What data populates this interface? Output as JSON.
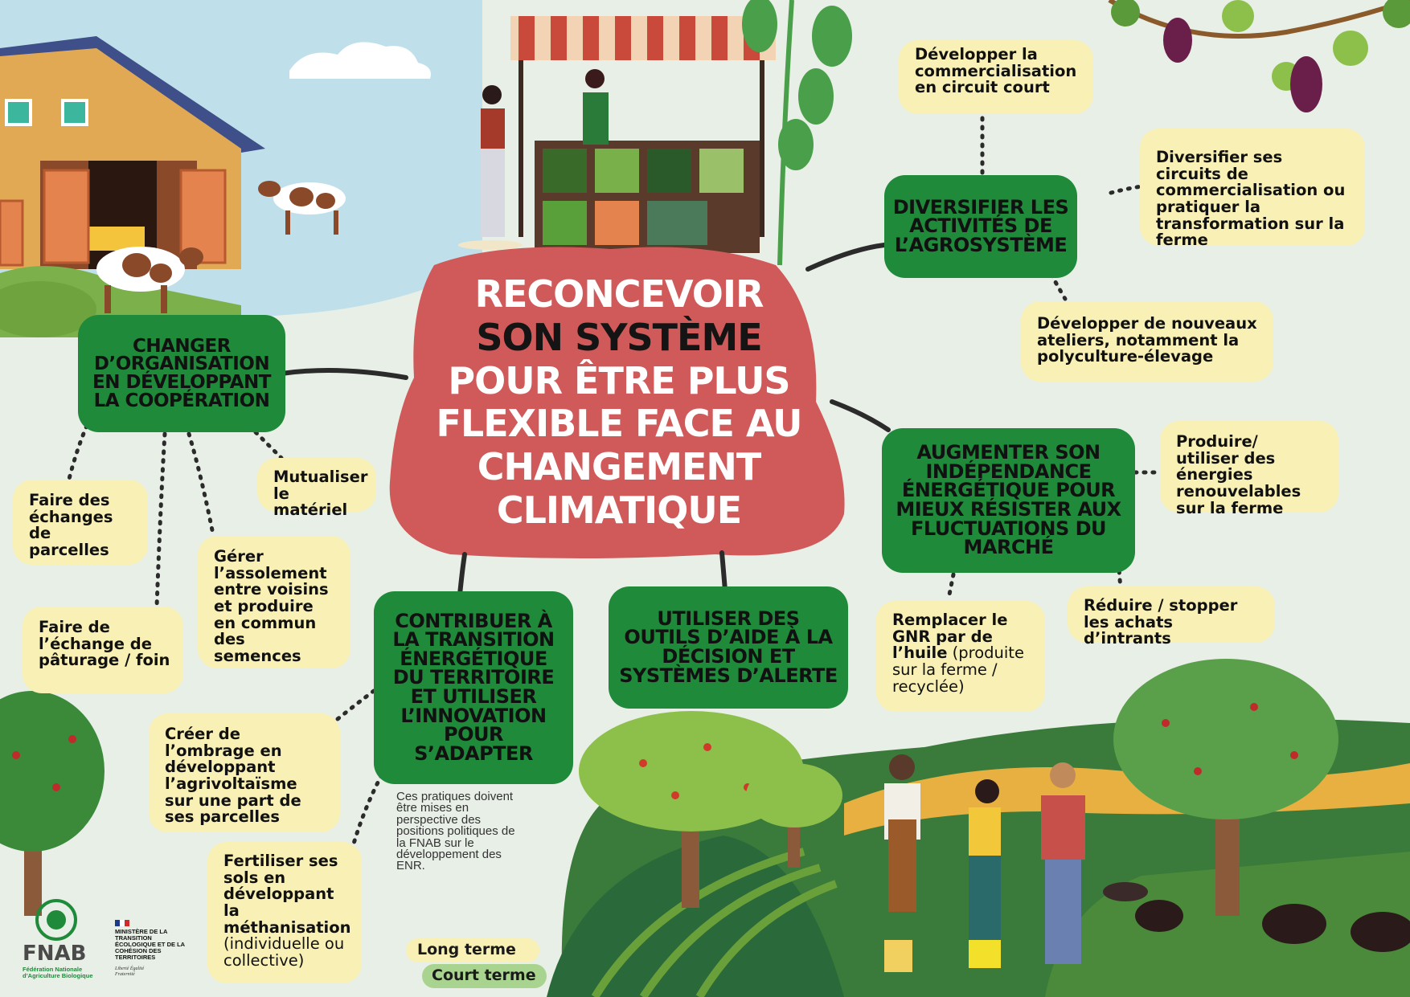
{
  "colors": {
    "background": "#e8efe6",
    "sky": "#bfe0ea",
    "central_blob": "#d05a5a",
    "green_box": "#1f8a3a",
    "yellow_box": "#f8f0b4",
    "short_term": "#a9d48f",
    "connector": "#2b2b2b"
  },
  "central": {
    "line1": "RECONCEVOIR",
    "line2": "SON SYSTÈME",
    "line3": "POUR ÊTRE PLUS",
    "line4": "FLEXIBLE FACE AU",
    "line5": "CHANGEMENT",
    "line6": "CLIMATIQUE"
  },
  "branches": {
    "cooperation": {
      "title": "CHANGER D’ORGANISATION EN DÉVELOPPANT LA COOPÉRATION",
      "items": {
        "echanges_parcelles": "Faire des échanges de parcelles",
        "echange_paturage": "Faire de l’échange de pâturage / foin",
        "assolement": "Gérer l’assolement entre voisins et produire en commun des semences",
        "mutualiser": "Mutualiser le matériel"
      }
    },
    "diversifier": {
      "title": "DIVERSIFIER LES ACTIVITÉS DE L’AGROSYSTÈME",
      "items": {
        "circuit_court": "Développer la commercialisation en circuit court",
        "circuits": "Diversifier ses circuits de commercialisation ou pratiquer la transformation sur la ferme",
        "ateliers": "Développer de nouveaux ateliers, notamment la polyculture-élevage"
      }
    },
    "energie": {
      "title": "AUGMENTER SON INDÉPENDANCE ÉNERGÉTIQUE POUR MIEUX RÉSISTER AUX FLUCTUATIONS DU MARCHÉ",
      "items": {
        "renouvelables": "Produire/ utiliser des énergies renouvelables sur la ferme",
        "intrants": "Réduire / stopper les achats d’intrants",
        "gnr_bold": "Remplacer le GNR par de l’huile",
        "gnr_light": " (produite sur la ferme / recyclée)"
      }
    },
    "outils": {
      "title": "UTILISER DES OUTILS D’AIDE À LA DÉCISION ET SYSTÈMES D’ALERTE"
    },
    "transition": {
      "title": "CONTRIBUER À LA TRANSITION ÉNERGÉTIQUE DU TERRITOIRE ET UTILISER L’INNOVATION POUR S’ADAPTER",
      "items": {
        "ombrage": "Créer de l’ombrage en développant l’agrivoltaïsme sur une part de ses parcelles",
        "methanisation_bold": "Fertiliser ses sols en développant la méthanisation",
        "methanisation_light": " (individuelle ou collective)"
      }
    }
  },
  "note": "Ces pratiques doivent être mises en perspective des positions politiques de la FNAB sur le développement des ENR.",
  "legend": {
    "long": "Long terme",
    "short": "Court terme"
  },
  "logos": {
    "fnab": "FNAB",
    "fnab_sub": "Fédération Nationale d’Agriculture Biologique",
    "ministere": "MINISTÈRE DE LA TRANSITION ÉCOLOGIQUE ET DE LA COHÉSION DES TERRITOIRES",
    "devise": "Liberté Égalité Fraternité"
  },
  "icons": [
    "barn",
    "cow",
    "market-stall",
    "vine-grapes",
    "cherry-tree",
    "apple-tree",
    "farmers",
    "sheep",
    "fnab-logo",
    "marianne-logo"
  ]
}
